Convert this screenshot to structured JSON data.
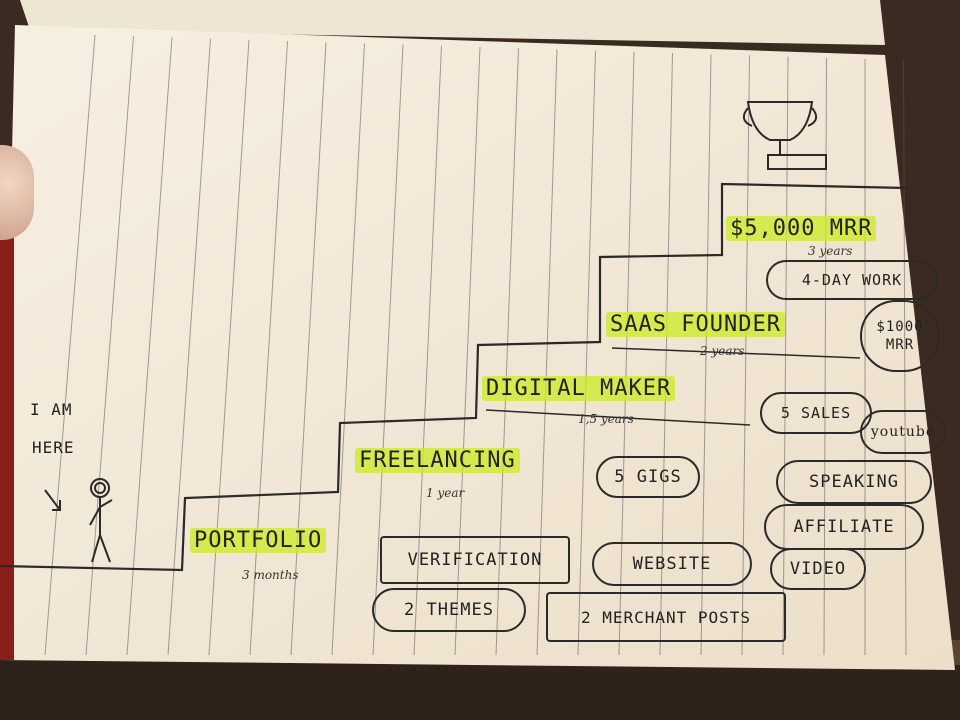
{
  "here_label": [
    "I AM",
    "HERE"
  ],
  "steps": [
    {
      "label": "PORTFOLIO",
      "duration": "3 months"
    },
    {
      "label": "FREELANCING",
      "duration": "1 year"
    },
    {
      "label": "DIGITAL MAKER",
      "duration": "1,5 years"
    },
    {
      "label": "SAAS FOUNDER",
      "duration": "2 years"
    },
    {
      "label": "$5,000 MRR",
      "duration": "3 years"
    }
  ],
  "goals": {
    "portfolio": [
      "VERIFICATION",
      "2 THEMES",
      "2 MERCHANT POSTS",
      "WEBSITE"
    ],
    "freelancing": [
      "5 GIGS"
    ],
    "digital_maker": [
      "5 SALES",
      "youtube",
      "SPEAKING",
      "AFFILIATE",
      "VIDEO"
    ],
    "saas_founder": [
      "$1000 MRR"
    ],
    "mrr": [
      "4-DAY WORK"
    ]
  },
  "colors": {
    "highlighter": "#cdeb28",
    "ink": "#222222",
    "paper": "#f4ebdc"
  }
}
